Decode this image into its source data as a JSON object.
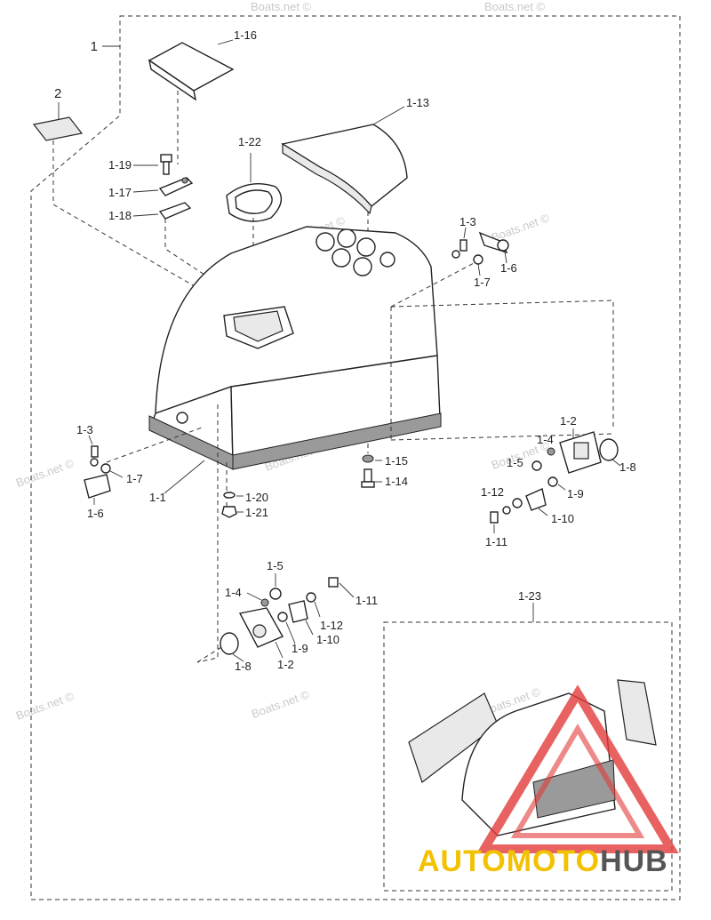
{
  "callouts": {
    "c1": "1",
    "c2": "2",
    "c1_1": "1-1",
    "c1_2a": "1-2",
    "c1_2b": "1-2",
    "c1_3a": "1-3",
    "c1_3b": "1-3",
    "c1_4a": "1-4",
    "c1_4b": "1-4",
    "c1_5a": "1-5",
    "c1_5b": "1-5",
    "c1_6a": "1-6",
    "c1_6b": "1-6",
    "c1_7a": "1-7",
    "c1_7b": "1-7",
    "c1_8a": "1-8",
    "c1_8b": "1-8",
    "c1_9a": "1-9",
    "c1_9b": "1-9",
    "c1_10a": "1-10",
    "c1_10b": "1-10",
    "c1_11a": "1-11",
    "c1_11b": "1-11",
    "c1_12a": "1-12",
    "c1_12b": "1-12",
    "c1_13": "1-13",
    "c1_14": "1-14",
    "c1_15": "1-15",
    "c1_16": "1-16",
    "c1_17": "1-17",
    "c1_18": "1-18",
    "c1_19": "1-19",
    "c1_20": "1-20",
    "c1_21": "1-21",
    "c1_22": "1-22",
    "c1_23": "1-23"
  },
  "watermark": "Boats.net ©",
  "logo": {
    "part1": "AUTOMOTO",
    "part2": "HUB"
  },
  "colors": {
    "logo_triangle": "#e23b3b",
    "logo_yellow": "#f2c100",
    "logo_gray": "#555555",
    "line": "#222222"
  }
}
